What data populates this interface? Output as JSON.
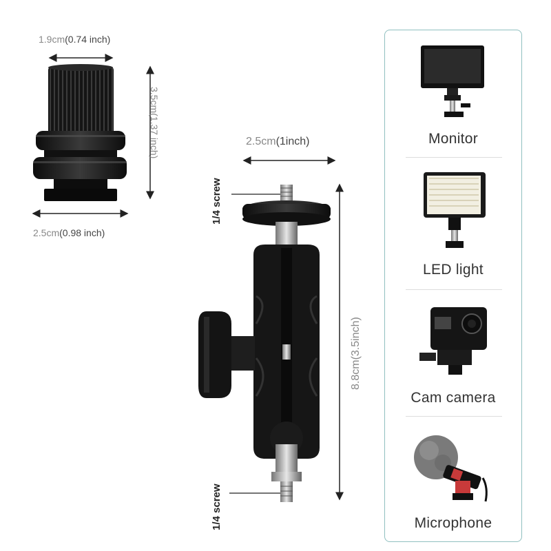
{
  "adapter": {
    "width_label_cm": "1.9cm",
    "width_label_in": "(0.74 inch)",
    "height_label": "3.5cm(1.37 inch)",
    "base_label_cm": "2.5cm",
    "base_label_in": "(0.98 inch)"
  },
  "arm": {
    "width_label_cm": "2.5cm",
    "width_label_in": "(1inch)",
    "height_label": "8.8cm(3.5inch)",
    "top_screw_label": "1/4 screw",
    "bottom_screw_label": "1/4 screw"
  },
  "compatible_devices": [
    {
      "label": "Monitor",
      "icon": "monitor-icon"
    },
    {
      "label": "LED light",
      "icon": "led-light-icon"
    },
    {
      "label": "Cam camera",
      "icon": "action-camera-icon"
    },
    {
      "label": "Microphone",
      "icon": "microphone-icon"
    }
  ],
  "colors": {
    "panel_border": "#8fbfbf",
    "product": "#1a1a1a",
    "dimension_line": "#222222"
  }
}
